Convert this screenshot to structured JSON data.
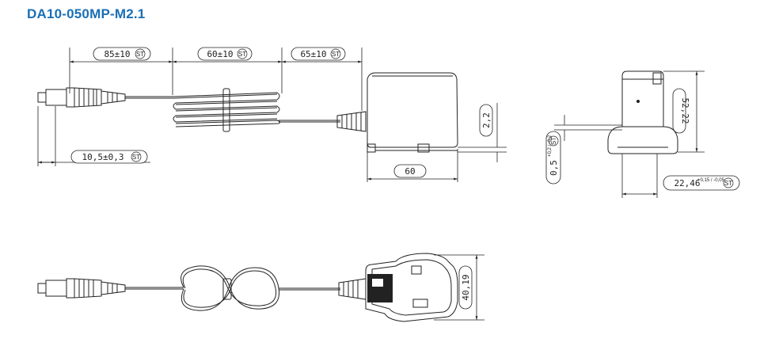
{
  "title": "DA10-050MP-M2.1",
  "dimensions": {
    "cable_seg1": "85±10",
    "cable_seg2": "60±10",
    "cable_seg3": "65±10",
    "plug_length": "10,5±0,3",
    "body_width": "60",
    "pin_offset": "2,2",
    "side_height": "52,22",
    "base_offset_main": "0,5",
    "base_offset_tol": "+0,2 / -0,2",
    "side_depth_main": "22,46",
    "side_depth_tol": "+0,15 / -0,05",
    "bottom_height": "40,19"
  },
  "st_badge": "ST",
  "colors": {
    "title": "#1a6fb5",
    "line": "#222222"
  }
}
